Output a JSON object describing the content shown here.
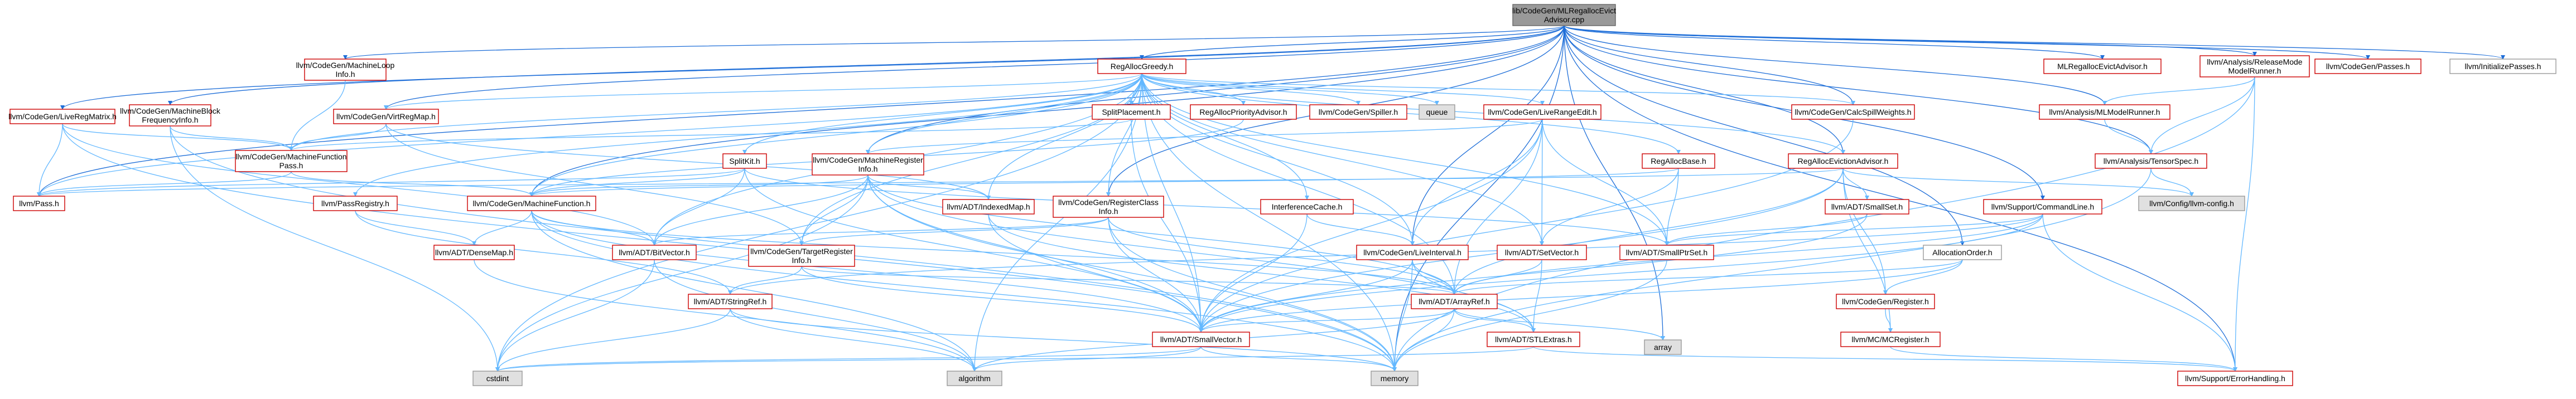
{
  "graph": {
    "colors": {
      "root_fill": "#999999",
      "root_border": "#666666",
      "linked_fill": "#ffffff",
      "linked_border": "#cc0000",
      "external_fill": "#e0e0e0",
      "external_border": "#999999",
      "edge": "#63b8ff",
      "edge_dark": "#1e6ed8"
    },
    "nodes": [
      {
        "id": "root",
        "kind": "root",
        "lines": [
          "lib/CodeGen/MLRegallocEvict",
          "Advisor.cpp"
        ]
      },
      {
        "id": "livereg",
        "kind": "linked",
        "lines": [
          "llvm/CodeGen/LiveRegMatrix.h"
        ]
      },
      {
        "id": "mbfi",
        "kind": "linked",
        "lines": [
          "llvm/CodeGen/MachineBlock",
          "FrequencyInfo.h"
        ]
      },
      {
        "id": "mloop",
        "kind": "linked",
        "lines": [
          "llvm/CodeGen/MachineLoop",
          "Info.h"
        ]
      },
      {
        "id": "vrm",
        "kind": "linked",
        "lines": [
          "llvm/CodeGen/VirtRegMap.h"
        ]
      },
      {
        "id": "mfpass",
        "kind": "linked",
        "lines": [
          "llvm/CodeGen/MachineFunction",
          "Pass.h"
        ]
      },
      {
        "id": "pass",
        "kind": "linked",
        "lines": [
          "llvm/Pass.h"
        ]
      },
      {
        "id": "passreg",
        "kind": "linked",
        "lines": [
          "llvm/PassRegistry.h"
        ]
      },
      {
        "id": "mf",
        "kind": "linked",
        "lines": [
          "llvm/CodeGen/MachineFunction.h"
        ]
      },
      {
        "id": "densemap",
        "kind": "linked",
        "lines": [
          "llvm/ADT/DenseMap.h"
        ]
      },
      {
        "id": "greedy",
        "kind": "linked",
        "lines": [
          "RegAllocGreedy.h"
        ]
      },
      {
        "id": "splitkit",
        "kind": "linked",
        "lines": [
          "SplitKit.h"
        ]
      },
      {
        "id": "splitplace",
        "kind": "linked",
        "lines": [
          "SplitPlacement.h"
        ]
      },
      {
        "id": "prioadv",
        "kind": "linked",
        "lines": [
          "RegAllocPriorityAdvisor.h"
        ]
      },
      {
        "id": "spiller",
        "kind": "linked",
        "lines": [
          "llvm/CodeGen/Spiller.h"
        ]
      },
      {
        "id": "queue",
        "kind": "external",
        "lines": [
          "queue"
        ]
      },
      {
        "id": "lre",
        "kind": "linked",
        "lines": [
          "llvm/CodeGen/LiveRangeEdit.h"
        ]
      },
      {
        "id": "mri",
        "kind": "linked",
        "lines": [
          "llvm/CodeGen/MachineRegister",
          "Info.h"
        ]
      },
      {
        "id": "bitvec",
        "kind": "linked",
        "lines": [
          "llvm/ADT/BitVector.h"
        ]
      },
      {
        "id": "tri",
        "kind": "linked",
        "lines": [
          "llvm/CodeGen/TargetRegister",
          "Info.h"
        ]
      },
      {
        "id": "indexedmap",
        "kind": "linked",
        "lines": [
          "llvm/ADT/IndexedMap.h"
        ]
      },
      {
        "id": "regclass",
        "kind": "linked",
        "lines": [
          "llvm/CodeGen/RegisterClass",
          "Info.h"
        ]
      },
      {
        "id": "intfcache",
        "kind": "linked",
        "lines": [
          "InterferenceCache.h"
        ]
      },
      {
        "id": "liveinterval",
        "kind": "linked",
        "lines": [
          "llvm/CodeGen/LiveInterval.h"
        ]
      },
      {
        "id": "setvector",
        "kind": "linked",
        "lines": [
          "llvm/ADT/SetVector.h"
        ]
      },
      {
        "id": "regallocbase",
        "kind": "linked",
        "lines": [
          "RegAllocBase.h"
        ]
      },
      {
        "id": "smallptrset",
        "kind": "linked",
        "lines": [
          "llvm/ADT/SmallPtrSet.h"
        ]
      },
      {
        "id": "evictadv",
        "kind": "linked",
        "lines": [
          "RegAllocEvictionAdvisor.h"
        ]
      },
      {
        "id": "smallset",
        "kind": "linked",
        "lines": [
          "llvm/ADT/SmallSet.h"
        ]
      },
      {
        "id": "stringref",
        "kind": "linked",
        "lines": [
          "llvm/ADT/StringRef.h"
        ]
      },
      {
        "id": "arrayref",
        "kind": "linked",
        "lines": [
          "llvm/ADT/ArrayRef.h"
        ]
      },
      {
        "id": "smallvec",
        "kind": "linked",
        "lines": [
          "llvm/ADT/SmallVector.h"
        ]
      },
      {
        "id": "stlextras",
        "kind": "linked",
        "lines": [
          "llvm/ADT/STLExtras.h"
        ]
      },
      {
        "id": "cstdint",
        "kind": "external",
        "lines": [
          "cstdint"
        ]
      },
      {
        "id": "algorithm",
        "kind": "external",
        "lines": [
          "algorithm"
        ]
      },
      {
        "id": "memory",
        "kind": "external",
        "lines": [
          "memory"
        ]
      },
      {
        "id": "array",
        "kind": "external",
        "lines": [
          "array"
        ]
      },
      {
        "id": "calcspill",
        "kind": "linked",
        "lines": [
          "llvm/CodeGen/CalcSpillWeights.h"
        ]
      },
      {
        "id": "mlevict",
        "kind": "linked",
        "lines": [
          "MLRegallocEvictAdvisor.h"
        ]
      },
      {
        "id": "releasemode",
        "kind": "linked",
        "lines": [
          "llvm/Analysis/ReleaseMode",
          "ModelRunner.h"
        ]
      },
      {
        "id": "mlmodel",
        "kind": "linked",
        "lines": [
          "llvm/Analysis/MLModelRunner.h"
        ]
      },
      {
        "id": "tensorspec",
        "kind": "linked",
        "lines": [
          "llvm/Analysis/TensorSpec.h"
        ]
      },
      {
        "id": "llvmconfig",
        "kind": "external",
        "lines": [
          "llvm/Config/llvm-config.h"
        ]
      },
      {
        "id": "cmdline",
        "kind": "linked",
        "lines": [
          "llvm/Support/CommandLine.h"
        ]
      },
      {
        "id": "allocorder",
        "kind": "external_white",
        "lines": [
          "AllocationOrder.h"
        ]
      },
      {
        "id": "register",
        "kind": "linked",
        "lines": [
          "llvm/CodeGen/Register.h"
        ]
      },
      {
        "id": "mcreg",
        "kind": "linked",
        "lines": [
          "llvm/MC/MCRegister.h"
        ]
      },
      {
        "id": "errhandling",
        "kind": "linked",
        "lines": [
          "llvm/Support/ErrorHandling.h"
        ]
      },
      {
        "id": "cgpasses",
        "kind": "linked",
        "lines": [
          "llvm/CodeGen/Passes.h"
        ]
      },
      {
        "id": "initpasses",
        "kind": "external_white",
        "lines": [
          "llvm/InitializePasses.h"
        ]
      }
    ]
  }
}
